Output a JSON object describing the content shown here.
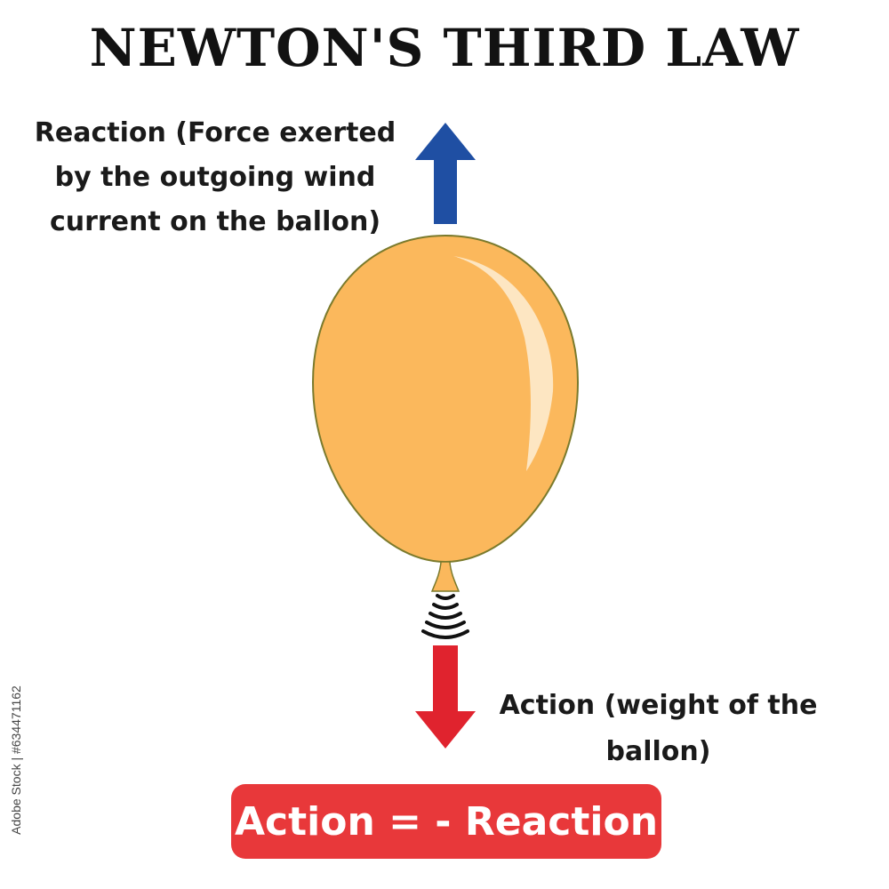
{
  "title": "NEWTON'S THIRD LAW",
  "reaction": {
    "lines": [
      "Reaction (Force exerted",
      "by the outgoing wind",
      "current on the ballon)"
    ],
    "arrow_color": "#1f4fa3",
    "direction": "up"
  },
  "action": {
    "lines": [
      "Action (weight of the",
      "ballon)"
    ],
    "arrow_color": "#e0232e",
    "direction": "down"
  },
  "equation": {
    "text": "Action = - Reaction",
    "background": "#e8383a"
  },
  "balloon": {
    "fill": "#fbb85c",
    "outline": "#7a7a2c",
    "highlight": "#fde6c2"
  },
  "side_id": "Adobe Stock | #634471162"
}
